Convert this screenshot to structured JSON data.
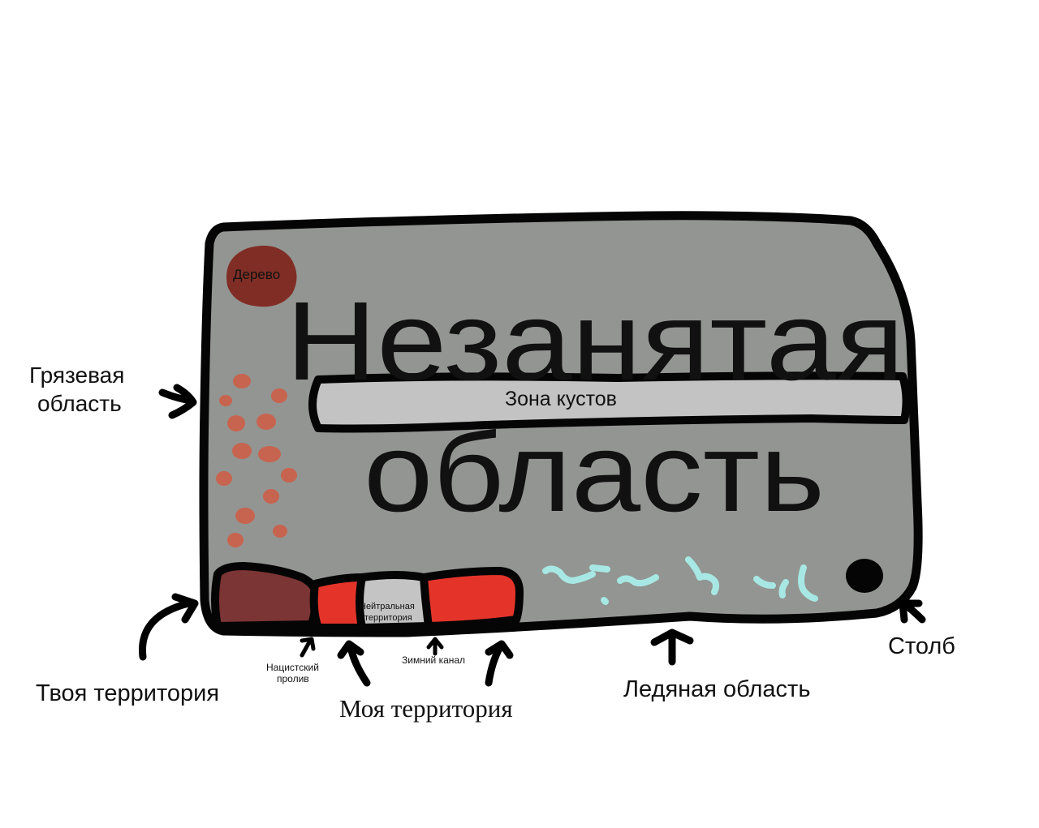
{
  "map": {
    "colors": {
      "ground": "#939592",
      "outline": "#050505",
      "bush": "#c3c3c3",
      "mud": "#c7644f",
      "tree": "#802e25",
      "your_territory": "#7b3534",
      "my_territory": "#e4342a",
      "neutral": "#c4c4c4",
      "ice": "#a7e8e4",
      "pillar": "#050505"
    },
    "title_line1": "Незанятая",
    "title_line2": "область",
    "tree": "Дерево",
    "bush_zone": "Зона кустов",
    "neutral_territory_line1": "Нейтральная",
    "neutral_territory_line2": "территория"
  },
  "labels": {
    "mud_line1": "Грязевая",
    "mud_line2": "область",
    "your_territory": "Твоя территория",
    "strait_line1": "Нацистский",
    "strait_line2": "пролив",
    "winter_canal": "Зимний канал",
    "my_territory": "Моя территория",
    "ice_area": "Ледяная область",
    "pillar": "Столб"
  }
}
